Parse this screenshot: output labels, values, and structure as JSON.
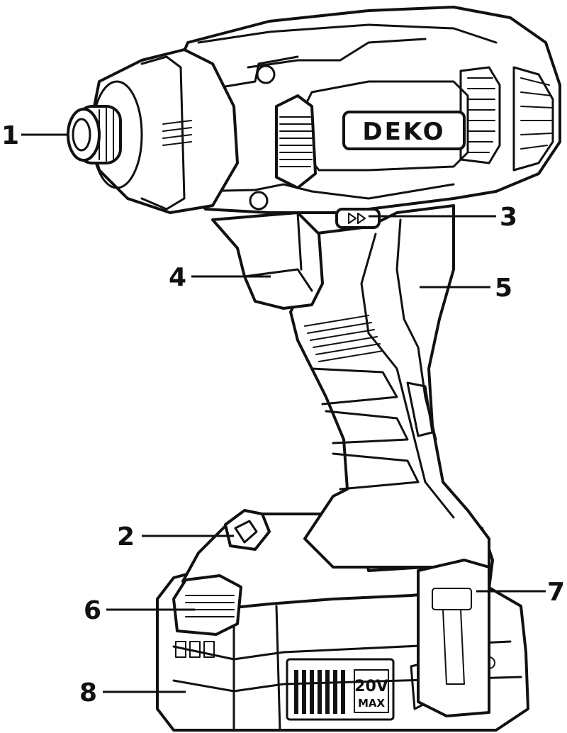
{
  "drawing": {
    "brand_logo_text": "DEKO",
    "battery_voltage": "20V",
    "battery_voltage_suffix": "MAX"
  },
  "callouts": [
    {
      "number": "1"
    },
    {
      "number": "2"
    },
    {
      "number": "3"
    },
    {
      "number": "4"
    },
    {
      "number": "5"
    },
    {
      "number": "6"
    },
    {
      "number": "7"
    },
    {
      "number": "8"
    }
  ],
  "colors": {
    "line": "#111111",
    "background": "#ffffff"
  }
}
